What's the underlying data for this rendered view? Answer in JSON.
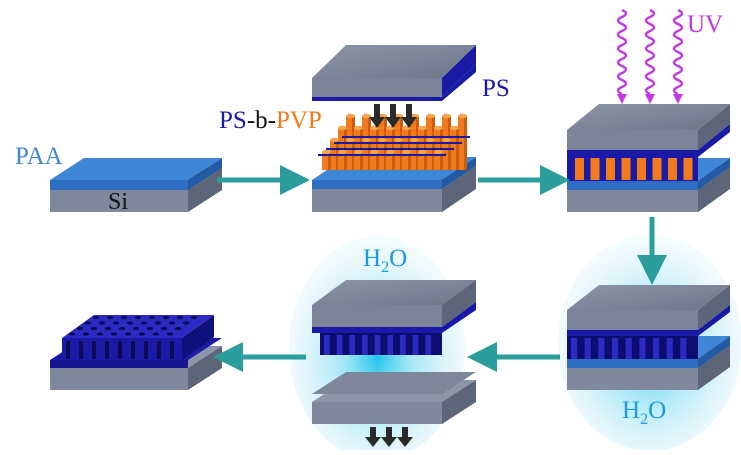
{
  "labels": {
    "paa": "PAA",
    "si": "Si",
    "ps": "PS",
    "ps_part": "PS",
    "hyphen_b_hyphen": "-b-",
    "pvp_part": "PVP",
    "uv": "UV",
    "h2o_h": "H",
    "h2o_sub": "2",
    "h2o_o": "O"
  },
  "colors": {
    "paa": "#3f86d6",
    "ps": "#1a1aa6",
    "pvp": "#f07a1c",
    "uv": "#c238e6",
    "h2o": "#1b9be0",
    "arrow": "#2a9d9c",
    "down_arrow": "#2a2a2a"
  }
}
